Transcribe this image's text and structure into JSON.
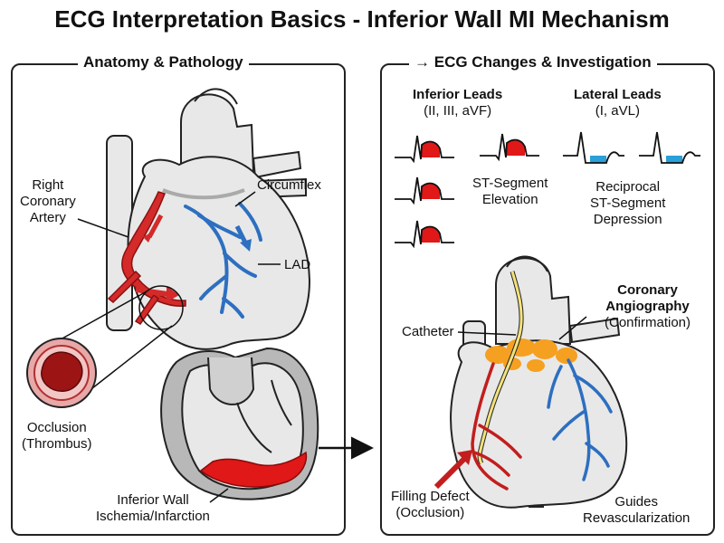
{
  "title": "ECG Interpretation Basics - Inferior Wall MI Mechanism",
  "left_panel": {
    "title": "Anatomy & Pathology",
    "labels": {
      "rca_line1": "Right",
      "rca_line2": "Coronary",
      "rca_line3": "Artery",
      "circumflex": "Circumflex",
      "lad": "LAD",
      "occlusion_line1": "Occlusion",
      "occlusion_line2": "(Thrombus)",
      "inferior_line1": "Inferior Wall",
      "inferior_line2": "Ischemia/Infarction"
    }
  },
  "right_panel": {
    "title": "ECG Changes & Investigation",
    "inferior_leads": {
      "title": "Inferior Leads",
      "subtitle": "(II, III, aVF)"
    },
    "lateral_leads": {
      "title": "Lateral Leads",
      "subtitle": "(I, aVL)"
    },
    "st_elevation_line1": "ST-Segment",
    "st_elevation_line2": "Elevation",
    "reciprocal_line1": "Reciprocal",
    "reciprocal_line2": "ST-Segment",
    "reciprocal_line3": "Depression",
    "angiography_line1": "Coronary",
    "angiography_line2": "Angiography",
    "angiography_line3": "(Confirmation)",
    "catheter": "Catheter",
    "filling_line1": "Filling Defect",
    "filling_line2": "(Occlusion)",
    "guides_line1": "Guides",
    "guides_line2": "Revascularization"
  },
  "colors": {
    "artery_red": "#d42a2a",
    "vein_blue": "#2d6fc0",
    "infarct_red": "#e01818",
    "st_depression_blue": "#2a9fd8",
    "contrast_orange": "#f5a020",
    "catheter_yellow": "#f3e27a",
    "heart_fill": "#e8e8e8",
    "outline": "#222222"
  }
}
